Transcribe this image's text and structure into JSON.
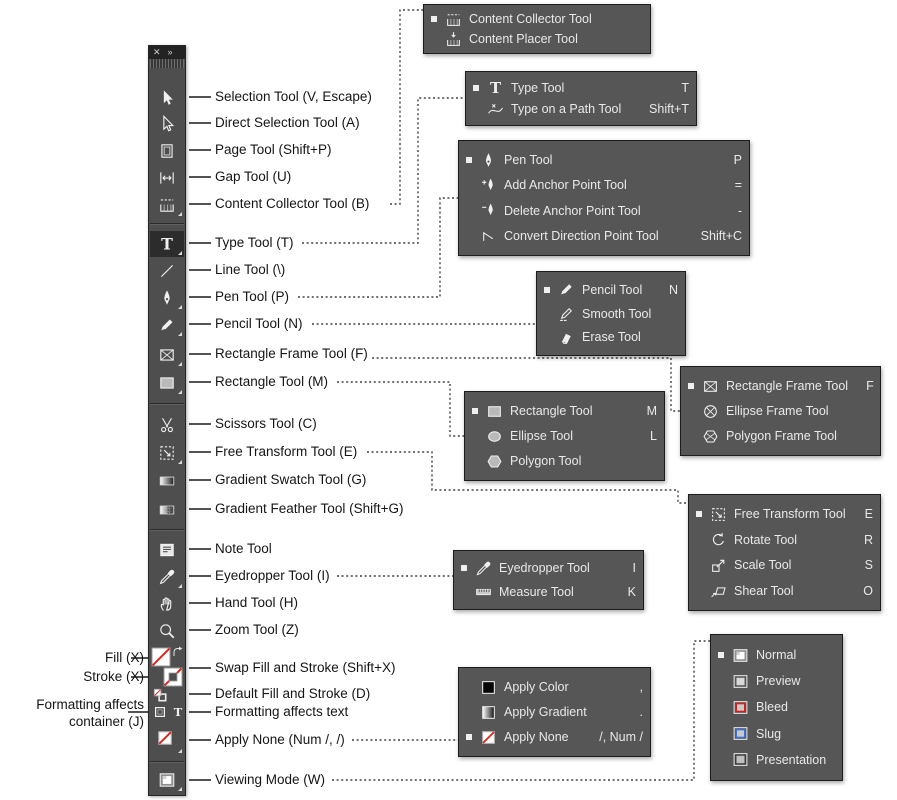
{
  "colors": {
    "toolbar_bg": "#4e4e4e",
    "flyout_bg": "#565656",
    "accent_red": "#e0231c",
    "callout_text": "#151515",
    "flyout_text": "#e9e9e9"
  },
  "toolbar": {
    "close_glyph": "✕",
    "collapse_glyph": "»",
    "tools": [
      {
        "id": "selection",
        "icon": "selection-arrow-icon"
      },
      {
        "id": "direct-selection",
        "icon": "direct-selection-arrow-icon"
      },
      {
        "id": "page",
        "icon": "page-icon"
      },
      {
        "id": "gap",
        "icon": "gap-icon"
      },
      {
        "id": "content-collector",
        "icon": "content-collector-icon"
      },
      {
        "id": "type",
        "icon": "type-icon"
      },
      {
        "id": "line",
        "icon": "line-icon"
      },
      {
        "id": "pen",
        "icon": "pen-icon"
      },
      {
        "id": "pencil",
        "icon": "pencil-icon"
      },
      {
        "id": "rectangle-frame",
        "icon": "rect-frame-icon"
      },
      {
        "id": "rectangle",
        "icon": "rectangle-icon"
      },
      {
        "id": "scissors",
        "icon": "scissors-icon"
      },
      {
        "id": "free-transform",
        "icon": "free-transform-icon"
      },
      {
        "id": "gradient-swatch",
        "icon": "gradient-swatch-icon"
      },
      {
        "id": "gradient-feather",
        "icon": "gradient-feather-icon"
      },
      {
        "id": "note",
        "icon": "note-icon"
      },
      {
        "id": "eyedropper",
        "icon": "eyedropper-icon"
      },
      {
        "id": "hand",
        "icon": "hand-icon"
      },
      {
        "id": "zoom",
        "icon": "zoom-icon"
      },
      {
        "id": "fill-stroke",
        "icon": "fill-swatch-icon"
      },
      {
        "id": "default-fill-stroke",
        "icon": "default-fill-stroke-icon"
      },
      {
        "id": "formatting-affects",
        "icon": "formatting-container-icon"
      },
      {
        "id": "apply-none",
        "icon": "apply-none-icon"
      },
      {
        "id": "viewing-mode",
        "icon": "viewing-mode-icon"
      }
    ]
  },
  "callouts": {
    "right": [
      {
        "text": "Selection Tool  (V, Escape)"
      },
      {
        "text": "Direct Selection Tool  (A)"
      },
      {
        "text": "Page Tool (Shift+P)"
      },
      {
        "text": "Gap Tool (U)"
      },
      {
        "text": "Content Collector Tool (B)"
      },
      {
        "text": "Type Tool (T)"
      },
      {
        "text": "Line Tool (\\)"
      },
      {
        "text": "Pen Tool (P)"
      },
      {
        "text": "Pencil Tool (N)"
      },
      {
        "text": "Rectangle Frame Tool (F)"
      },
      {
        "text": "Rectangle Tool (M)"
      },
      {
        "text": "Scissors Tool (C)"
      },
      {
        "text": "Free Transform Tool (E)"
      },
      {
        "text": "Gradient Swatch Tool (G)"
      },
      {
        "text": "Gradient Feather Tool (Shift+G)"
      },
      {
        "text": "Note Tool"
      },
      {
        "text": "Eyedropper Tool (I)"
      },
      {
        "text": "Hand Tool (H)"
      },
      {
        "text": "Zoom Tool (Z)"
      },
      {
        "text": "Swap Fill and Stroke (Shift+X)"
      },
      {
        "text": "Default Fill and Stroke (D)"
      },
      {
        "text": "Formatting affects text"
      },
      {
        "text": "Apply None (Num /, /)"
      },
      {
        "text": "Viewing Mode (W)"
      }
    ],
    "left": [
      {
        "text": "Fill (X)"
      },
      {
        "text": "Stroke (X)"
      },
      {
        "text": "Formatting affects\ncontainer (J)"
      }
    ]
  },
  "flyouts": [
    {
      "id": "content-collector-menu",
      "items": [
        {
          "icon": "content-collector-icon",
          "label": "Content Collector Tool",
          "shortcut": "",
          "current": true
        },
        {
          "icon": "content-placer-icon",
          "label": "Content Placer Tool",
          "shortcut": "",
          "current": false
        }
      ]
    },
    {
      "id": "type-menu",
      "items": [
        {
          "icon": "type-icon",
          "label": "Type Tool",
          "shortcut": "T",
          "current": true
        },
        {
          "icon": "type-path-icon",
          "label": "Type on a Path Tool",
          "shortcut": "Shift+T",
          "current": false
        }
      ]
    },
    {
      "id": "pen-menu",
      "items": [
        {
          "icon": "pen-icon",
          "label": "Pen Tool",
          "shortcut": "P",
          "current": true
        },
        {
          "icon": "add-anchor-icon",
          "label": "Add Anchor Point Tool",
          "shortcut": "=",
          "current": false
        },
        {
          "icon": "delete-anchor-icon",
          "label": "Delete Anchor Point Tool",
          "shortcut": "-",
          "current": false
        },
        {
          "icon": "convert-direction-icon",
          "label": "Convert Direction Point Tool",
          "shortcut": "Shift+C",
          "current": false
        }
      ]
    },
    {
      "id": "pencil-menu",
      "items": [
        {
          "icon": "pencil-icon",
          "label": "Pencil Tool",
          "shortcut": "N",
          "current": true
        },
        {
          "icon": "smooth-icon",
          "label": "Smooth Tool",
          "shortcut": "",
          "current": false
        },
        {
          "icon": "erase-icon",
          "label": "Erase Tool",
          "shortcut": "",
          "current": false
        }
      ]
    },
    {
      "id": "rectangle-menu",
      "items": [
        {
          "icon": "rectangle-icon",
          "label": "Rectangle Tool",
          "shortcut": "M",
          "current": true
        },
        {
          "icon": "ellipse-icon",
          "label": "Ellipse Tool",
          "shortcut": "L",
          "current": false
        },
        {
          "icon": "polygon-icon",
          "label": "Polygon Tool",
          "shortcut": "",
          "current": false
        }
      ]
    },
    {
      "id": "rectangle-frame-menu",
      "items": [
        {
          "icon": "rect-frame-icon",
          "label": "Rectangle Frame Tool",
          "shortcut": "F",
          "current": true
        },
        {
          "icon": "ellipse-frame-icon",
          "label": "Ellipse Frame Tool",
          "shortcut": "",
          "current": false
        },
        {
          "icon": "polygon-frame-icon",
          "label": "Polygon Frame Tool",
          "shortcut": "",
          "current": false
        }
      ]
    },
    {
      "id": "free-transform-menu",
      "items": [
        {
          "icon": "free-transform-icon",
          "label": "Free Transform Tool",
          "shortcut": "E",
          "current": true
        },
        {
          "icon": "rotate-icon",
          "label": "Rotate Tool",
          "shortcut": "R",
          "current": false
        },
        {
          "icon": "scale-icon",
          "label": "Scale Tool",
          "shortcut": "S",
          "current": false
        },
        {
          "icon": "shear-icon",
          "label": "Shear Tool",
          "shortcut": "O",
          "current": false
        }
      ]
    },
    {
      "id": "eyedropper-menu",
      "items": [
        {
          "icon": "eyedropper-icon",
          "label": "Eyedropper Tool",
          "shortcut": "I",
          "current": true
        },
        {
          "icon": "measure-icon",
          "label": "Measure Tool",
          "shortcut": "K",
          "current": false
        }
      ]
    },
    {
      "id": "apply-menu",
      "items": [
        {
          "icon": "apply-color-icon",
          "label": "Apply Color",
          "shortcut": ",",
          "current": false
        },
        {
          "icon": "apply-gradient-icon",
          "label": "Apply Gradient",
          "shortcut": ".",
          "current": false
        },
        {
          "icon": "apply-none-icon",
          "label": "Apply None",
          "shortcut": "/, Num /",
          "current": true
        }
      ]
    },
    {
      "id": "viewing-mode-menu",
      "items": [
        {
          "icon": "normal-icon",
          "label": "Normal",
          "shortcut": "",
          "current": true
        },
        {
          "icon": "preview-icon",
          "label": "Preview",
          "shortcut": "",
          "current": false
        },
        {
          "icon": "bleed-icon",
          "label": "Bleed",
          "shortcut": "",
          "current": false
        },
        {
          "icon": "slug-icon",
          "label": "Slug",
          "shortcut": "",
          "current": false
        },
        {
          "icon": "presentation-icon",
          "label": "Presentation",
          "shortcut": "",
          "current": false
        }
      ]
    }
  ]
}
